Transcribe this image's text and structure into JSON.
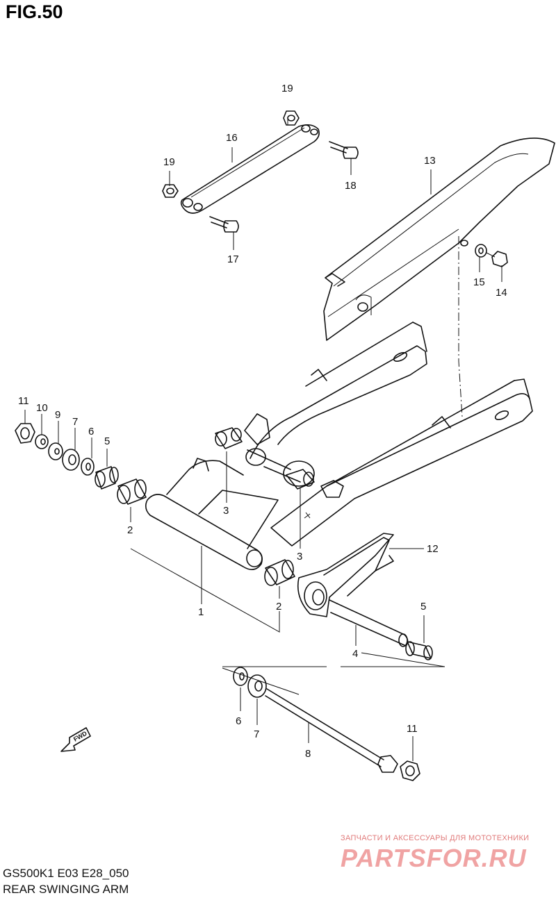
{
  "figure_label": "FIG.50",
  "callouts": {
    "c1": "1",
    "c2a": "2",
    "c2b": "2",
    "c3a": "3",
    "c3b": "3",
    "c4": "4",
    "c5a": "5",
    "c5b": "5",
    "c6a": "6",
    "c6b": "6",
    "c7a": "7",
    "c7b": "7",
    "c8": "8",
    "c9": "9",
    "c10": "10",
    "c11a": "11",
    "c11b": "11",
    "c12": "12",
    "c13": "13",
    "c14": "14",
    "c15": "15",
    "c16": "16",
    "c17": "17",
    "c18": "18",
    "c19a": "19",
    "c19b": "19"
  },
  "fwd_label": "FWD",
  "footer": {
    "code": "GS500K1 E03 E28_050",
    "name": "REAR SWINGING ARM"
  },
  "watermark": {
    "tagline": "ЗАПЧАСТИ И АКСЕССУАРЫ ДЛЯ МОТОТЕХНИКИ",
    "logo_text": "PARTSFOR.RU",
    "color": "#f0a3a3"
  }
}
